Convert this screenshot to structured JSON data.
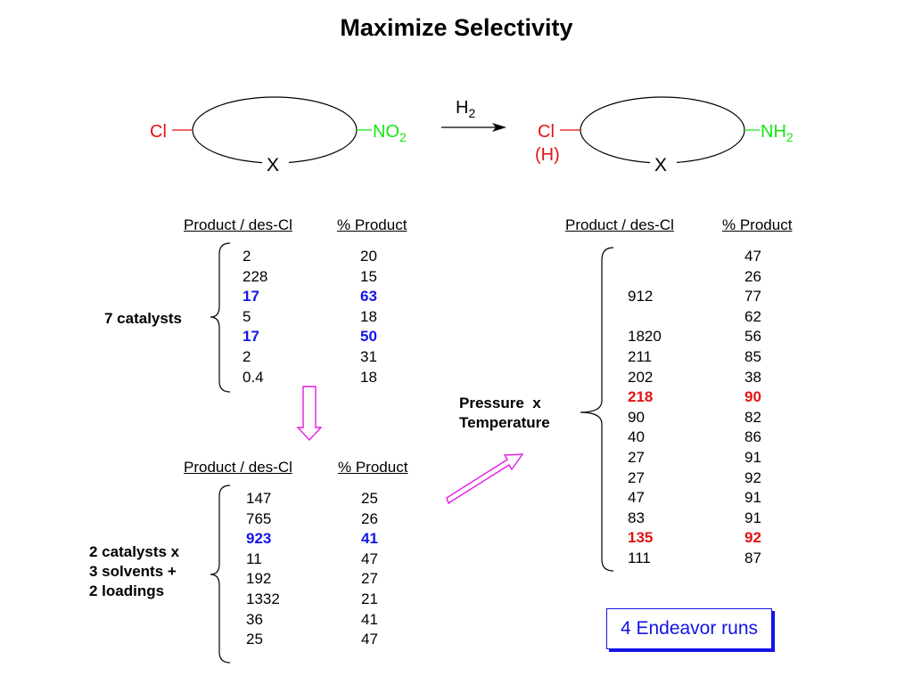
{
  "title": "Maximize Selectivity",
  "reaction": {
    "reactant": {
      "left_group": "Cl",
      "right_group": "NO",
      "right_sub": "2",
      "ring_label": "X"
    },
    "reagent": {
      "label": "H",
      "sub": "2"
    },
    "product": {
      "left_group": "Cl",
      "left_alt": "(H)",
      "right_group": "NH",
      "right_sub": "2",
      "ring_label": "X"
    }
  },
  "colors": {
    "chlorine": "#e41212",
    "nitro": "#13e613",
    "highlight_blue": "#1414e6",
    "highlight_red": "#e41212",
    "arrow": "#e619e6"
  },
  "headers": {
    "ratio": "Product / des-Cl",
    "percent": "% Product"
  },
  "table1": {
    "group_label": "7 catalysts",
    "rows": [
      {
        "ratio": "2",
        "percent": "20",
        "hl": ""
      },
      {
        "ratio": "228",
        "percent": "15",
        "hl": ""
      },
      {
        "ratio": "17",
        "percent": "63",
        "hl": "blue"
      },
      {
        "ratio": "5",
        "percent": "18",
        "hl": ""
      },
      {
        "ratio": "17",
        "percent": "50",
        "hl": "blue"
      },
      {
        "ratio": "2",
        "percent": "31",
        "hl": ""
      },
      {
        "ratio": "0.4",
        "percent": "18",
        "hl": ""
      }
    ]
  },
  "table2": {
    "group_label": [
      "2 catalysts x",
      "3 solvents +",
      "2 loadings"
    ],
    "rows": [
      {
        "ratio": "147",
        "percent": "25",
        "hl": ""
      },
      {
        "ratio": "765",
        "percent": "26",
        "hl": ""
      },
      {
        "ratio": "923",
        "percent": "41",
        "hl": "blue"
      },
      {
        "ratio": "11",
        "percent": "47",
        "hl": ""
      },
      {
        "ratio": "192",
        "percent": "27",
        "hl": ""
      },
      {
        "ratio": "1332",
        "percent": "21",
        "hl": ""
      },
      {
        "ratio": "36",
        "percent": "41",
        "hl": ""
      },
      {
        "ratio": "25",
        "percent": "47",
        "hl": ""
      }
    ]
  },
  "table3": {
    "group_label": [
      "Pressure  x",
      "Temperature"
    ],
    "rows": [
      {
        "ratio": "",
        "percent": "47",
        "hl": ""
      },
      {
        "ratio": "",
        "percent": "26",
        "hl": ""
      },
      {
        "ratio": "912",
        "percent": "77",
        "hl": ""
      },
      {
        "ratio": "",
        "percent": "62",
        "hl": ""
      },
      {
        "ratio": "1820",
        "percent": "56",
        "hl": ""
      },
      {
        "ratio": "211",
        "percent": "85",
        "hl": ""
      },
      {
        "ratio": "202",
        "percent": "38",
        "hl": ""
      },
      {
        "ratio": "218",
        "percent": "90",
        "hl": "red"
      },
      {
        "ratio": "90",
        "percent": "82",
        "hl": ""
      },
      {
        "ratio": "40",
        "percent": "86",
        "hl": ""
      },
      {
        "ratio": "27",
        "percent": "91",
        "hl": ""
      },
      {
        "ratio": "27",
        "percent": "92",
        "hl": ""
      },
      {
        "ratio": "47",
        "percent": "91",
        "hl": ""
      },
      {
        "ratio": "83",
        "percent": "91",
        "hl": ""
      },
      {
        "ratio": "135",
        "percent": "92",
        "hl": "red"
      },
      {
        "ratio": "111",
        "percent": "87",
        "hl": ""
      }
    ]
  },
  "callout": "4 Endeavor runs"
}
